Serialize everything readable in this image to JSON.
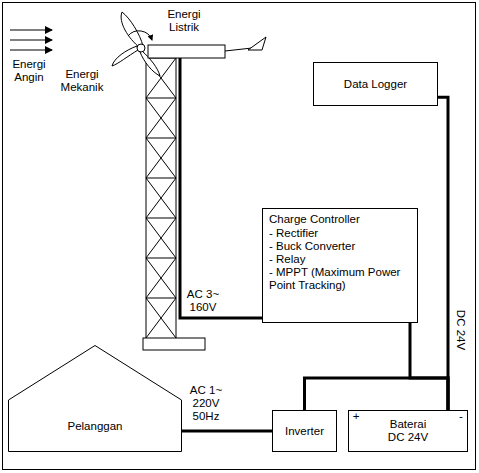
{
  "diagram": {
    "nodes": [
      {
        "text": [
          "Data Logger"
        ]
      },
      {
        "text": [
          "Charge Controller",
          "- Rectifier",
          "- Buck Converter",
          "- Relay",
          "- MPPT (Maximum Power Point Tracking)"
        ]
      },
      {
        "text": [
          "Pelanggan"
        ]
      },
      {
        "text": [
          "Inverter"
        ]
      },
      {
        "text": [
          "Baterai DC 24V"
        ]
      }
    ],
    "edges": [
      {
        "from": 0,
        "to": 4,
        "arrow": "none"
      },
      {
        "from": 1,
        "to": 4,
        "label": "DC 24V",
        "arrow": "none"
      },
      {
        "from": 3,
        "to": 4,
        "arrow": "none"
      },
      {
        "from": 2,
        "to": 3,
        "label": "AC 1~ 220V 50Hz",
        "arrow": "none"
      }
    ],
    "labels": [
      "Energi Angin",
      "Energi Mekanik",
      "Energi Listrik",
      "AC 3~ 160V",
      "+",
      "-"
    ]
  }
}
